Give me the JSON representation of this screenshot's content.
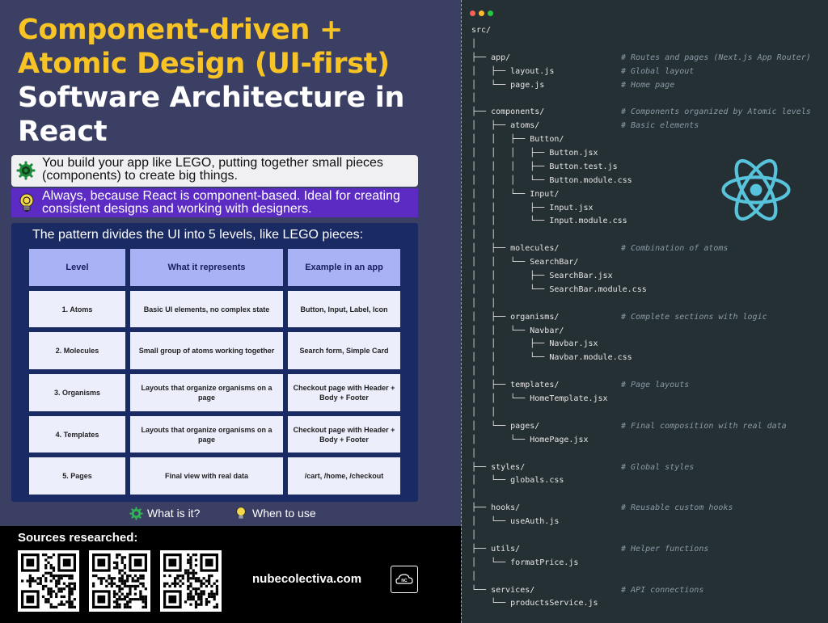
{
  "title": {
    "line1": "Component-driven +",
    "line2": "Atomic Design (UI-first)",
    "line3": "Software Architecture in",
    "line4": "React"
  },
  "what_is_it": "You build your app like LEGO, putting together small pieces (components) to create big things.",
  "when_to_use": "Always, because React is component-based. Ideal for creating consistent designs and working with designers.",
  "table": {
    "heading": "The pattern divides the UI into 5 levels, like LEGO pieces:",
    "columns": [
      "Level",
      "What it represents",
      "Example in an app"
    ],
    "rows": [
      [
        "1. Atoms",
        "Basic UI elements, no complex state",
        "Button, Input, Label, Icon"
      ],
      [
        "2. Molecules",
        "Small group of atoms working together",
        "Search form, Simple Card"
      ],
      [
        "3. Organisms",
        "Layouts that organize organisms on a page",
        "Checkout page with Header + Body + Footer"
      ],
      [
        "4. Templates",
        "Layouts that organize organisms on a page",
        "Checkout page with Header + Body + Footer"
      ],
      [
        "5. Pages",
        "Final view with real data",
        "/cart, /home, /checkout"
      ]
    ]
  },
  "legend": {
    "what": "What is it?",
    "when": "When to use"
  },
  "sources": {
    "title": "Sources researched:",
    "site": "nubecolectiva.com",
    "logo_text": "NC"
  },
  "icons": {
    "what": "gear-icon",
    "when": "lightbulb-icon",
    "react": "react-logo-icon"
  },
  "colors": {
    "title_yellow": "#f7c325",
    "panel_bg": "#3a3f63",
    "purple_bar": "#5b2bc4",
    "table_bg": "#1a2a63",
    "header_cell": "#a9b2f4",
    "code_bg": "#253035",
    "react_blue": "#58c4dc"
  },
  "code_window": {
    "tree": [
      {
        "text": "src/",
        "comment": ""
      },
      {
        "text": "│",
        "comment": ""
      },
      {
        "text": "├── app/",
        "comment": "# Routes and pages (Next.js App Router)"
      },
      {
        "text": "│   ├── layout.js",
        "comment": "# Global layout"
      },
      {
        "text": "│   └── page.js",
        "comment": "# Home page"
      },
      {
        "text": "│",
        "comment": ""
      },
      {
        "text": "├── components/",
        "comment": "# Components organized by Atomic levels"
      },
      {
        "text": "│   ├── atoms/",
        "comment": "# Basic elements"
      },
      {
        "text": "│   │   ├── Button/",
        "comment": ""
      },
      {
        "text": "│   │   │   ├── Button.jsx",
        "comment": ""
      },
      {
        "text": "│   │   │   ├── Button.test.js",
        "comment": ""
      },
      {
        "text": "│   │   │   └── Button.module.css",
        "comment": ""
      },
      {
        "text": "│   │   └── Input/",
        "comment": ""
      },
      {
        "text": "│   │       ├── Input.jsx",
        "comment": ""
      },
      {
        "text": "│   │       └── Input.module.css",
        "comment": ""
      },
      {
        "text": "│   │",
        "comment": ""
      },
      {
        "text": "│   ├── molecules/",
        "comment": "# Combination of atoms"
      },
      {
        "text": "│   │   └── SearchBar/",
        "comment": ""
      },
      {
        "text": "│   │       ├── SearchBar.jsx",
        "comment": ""
      },
      {
        "text": "│   │       └── SearchBar.module.css",
        "comment": ""
      },
      {
        "text": "│   │",
        "comment": ""
      },
      {
        "text": "│   ├── organisms/",
        "comment": "# Complete sections with logic"
      },
      {
        "text": "│   │   └── Navbar/",
        "comment": ""
      },
      {
        "text": "│   │       ├── Navbar.jsx",
        "comment": ""
      },
      {
        "text": "│   │       └── Navbar.module.css",
        "comment": ""
      },
      {
        "text": "│   │",
        "comment": ""
      },
      {
        "text": "│   ├── templates/",
        "comment": "# Page layouts"
      },
      {
        "text": "│   │   └── HomeTemplate.jsx",
        "comment": ""
      },
      {
        "text": "│   │",
        "comment": ""
      },
      {
        "text": "│   └── pages/",
        "comment": "# Final composition with real data"
      },
      {
        "text": "│       └── HomePage.jsx",
        "comment": ""
      },
      {
        "text": "│",
        "comment": ""
      },
      {
        "text": "├── styles/",
        "comment": "# Global styles"
      },
      {
        "text": "│   └── globals.css",
        "comment": ""
      },
      {
        "text": "│",
        "comment": ""
      },
      {
        "text": "├── hooks/",
        "comment": "# Reusable custom hooks"
      },
      {
        "text": "│   └── useAuth.js",
        "comment": ""
      },
      {
        "text": "│",
        "comment": ""
      },
      {
        "text": "├── utils/",
        "comment": "# Helper functions"
      },
      {
        "text": "│   └── formatPrice.js",
        "comment": ""
      },
      {
        "text": "│",
        "comment": ""
      },
      {
        "text": "└── services/",
        "comment": "# API connections"
      },
      {
        "text": "    └── productsService.js",
        "comment": ""
      }
    ]
  }
}
